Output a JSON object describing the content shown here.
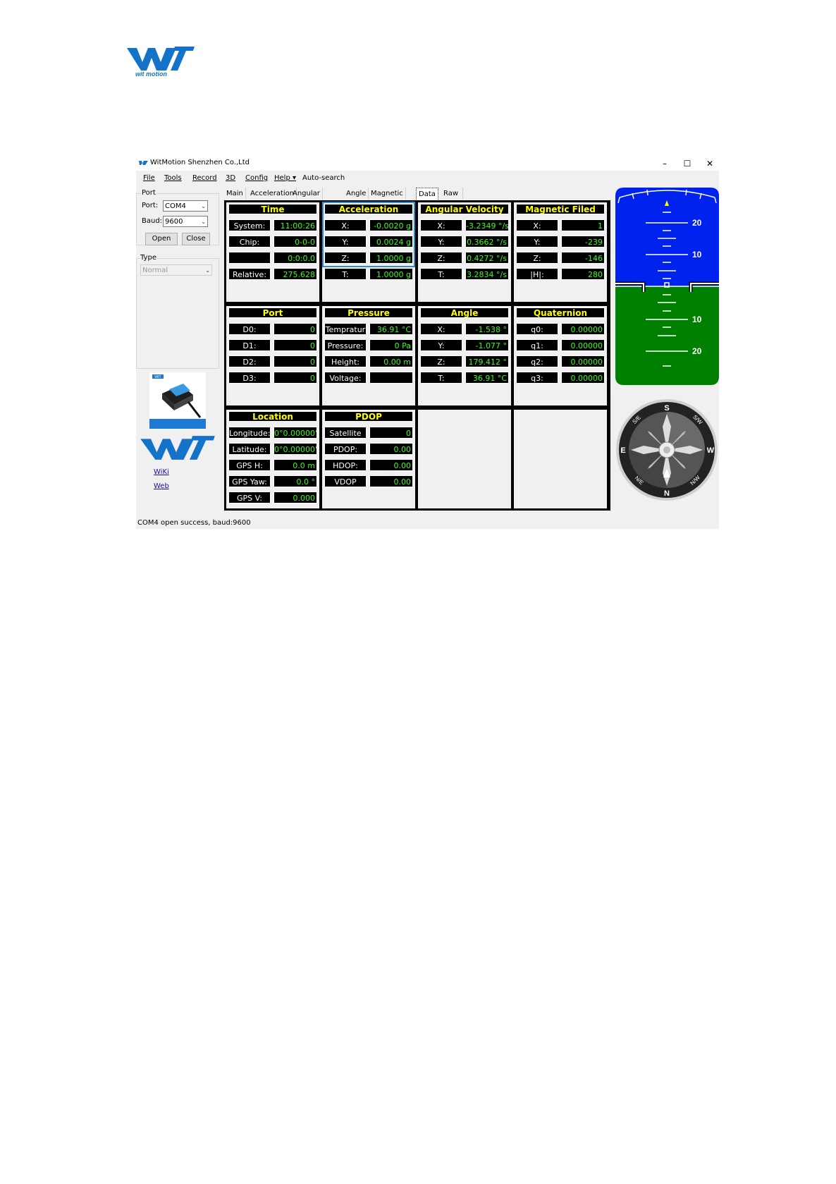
{
  "window": {
    "title": "WitMotion Shenzhen Co.,Ltd",
    "minimize": "–",
    "maximize": "☐",
    "close": "✕"
  },
  "menu": [
    "File",
    "Tools",
    "Record",
    "3D",
    "Config",
    "Help ▾",
    "Auto-search"
  ],
  "left": {
    "port_group": "Port",
    "port_label": "Port:",
    "port_value": "COM4",
    "baud_label": "Baud:",
    "baud_value": "9600",
    "open": "Open",
    "close": "Close",
    "type_group": "Type",
    "type_value": "Normal",
    "wiki": "WiKi",
    "web": "Web",
    "brand": "WIT",
    "product_tag": "WIT"
  },
  "logo": {
    "brand": "WIT",
    "tagline": "wit motion"
  },
  "tabs": [
    "Main",
    "Acceleration",
    "Angular Velocity",
    "Angle",
    "Magnetic Field",
    "Data",
    "Raw Data"
  ],
  "selected_tab": "Data",
  "panels": {
    "time": {
      "title": "Time",
      "rows": [
        {
          "label": "System:",
          "value": "11:00:26"
        },
        {
          "label": "Chip:",
          "value": "0-0-0"
        },
        {
          "label": "",
          "value": "0:0:0.0"
        },
        {
          "label": "Relative:",
          "value": "275.628"
        }
      ]
    },
    "acceleration": {
      "title": "Acceleration",
      "rows": [
        {
          "label": "X:",
          "value": "-0.0020 g"
        },
        {
          "label": "Y:",
          "value": "0.0024 g"
        },
        {
          "label": "Z:",
          "value": "1.0000 g"
        },
        {
          "label": "T:",
          "value": "1.0000 g"
        }
      ]
    },
    "angular_velocity": {
      "title": "Angular Velocity",
      "rows": [
        {
          "label": "X:",
          "value": "-3.2349 °/s"
        },
        {
          "label": "Y:",
          "value": "0.3662 °/s"
        },
        {
          "label": "Z:",
          "value": "0.4272 °/s"
        },
        {
          "label": "T:",
          "value": "3.2834 °/s"
        }
      ]
    },
    "magnetic": {
      "title": "Magnetic Filed",
      "rows": [
        {
          "label": "X:",
          "value": "1"
        },
        {
          "label": "Y:",
          "value": "-239"
        },
        {
          "label": "Z:",
          "value": "-146"
        },
        {
          "label": "|H|:",
          "value": "280"
        }
      ]
    },
    "port": {
      "title": "Port",
      "rows": [
        {
          "label": "D0:",
          "value": "0"
        },
        {
          "label": "D1:",
          "value": "0"
        },
        {
          "label": "D2:",
          "value": "0"
        },
        {
          "label": "D3:",
          "value": "0"
        }
      ]
    },
    "pressure": {
      "title": "Pressure",
      "rows": [
        {
          "label": "Tempratur",
          "value": "36.91 °C"
        },
        {
          "label": "Pressure:",
          "value": "0 Pa"
        },
        {
          "label": "Height:",
          "value": "0.00 m"
        },
        {
          "label": "Voltage:",
          "value": ""
        }
      ]
    },
    "angle": {
      "title": "Angle",
      "rows": [
        {
          "label": "X:",
          "value": "-1.538 °"
        },
        {
          "label": "Y:",
          "value": "-1.077 °"
        },
        {
          "label": "Z:",
          "value": "179.412 °"
        },
        {
          "label": "T:",
          "value": "36.91 °C"
        }
      ]
    },
    "quaternion": {
      "title": "Quaternion",
      "rows": [
        {
          "label": "q0:",
          "value": "0.00000"
        },
        {
          "label": "q1:",
          "value": "0.00000"
        },
        {
          "label": "q2:",
          "value": "0.00000"
        },
        {
          "label": "q3:",
          "value": "0.00000"
        }
      ]
    },
    "location": {
      "title": "Location",
      "rows": [
        {
          "label": "Longitude:",
          "value": "0°0.00000'"
        },
        {
          "label": "Latitude:",
          "value": "0°0.00000'"
        },
        {
          "label": "GPS H:",
          "value": "0.0 m"
        },
        {
          "label": "GPS Yaw:",
          "value": "0.0 °"
        },
        {
          "label": "GPS V:",
          "value": "0.000"
        }
      ]
    },
    "pdop": {
      "title": "PDOP",
      "rows": [
        {
          "label": "Satellite",
          "value": "0"
        },
        {
          "label": "PDOP:",
          "value": "0.00"
        },
        {
          "label": "HDOP:",
          "value": "0.00"
        },
        {
          "label": "VDOP",
          "value": "0.00"
        }
      ]
    }
  },
  "horizon": {
    "marks": [
      "20",
      "10",
      "10",
      "20"
    ],
    "sky_color": "#0022ee",
    "ground_color": "#008000"
  },
  "compass": {
    "letters": [
      "S",
      "W",
      "N",
      "E"
    ],
    "corner_letters": [
      "S/E",
      "S/W",
      "N/W",
      "N/E"
    ]
  },
  "status": "COM4 open success, baud:9600",
  "colors": {
    "label_bg": "#000000",
    "value_text": "#39ff14",
    "title_text": "#ffff00",
    "highlight": "#2e8bd8"
  }
}
